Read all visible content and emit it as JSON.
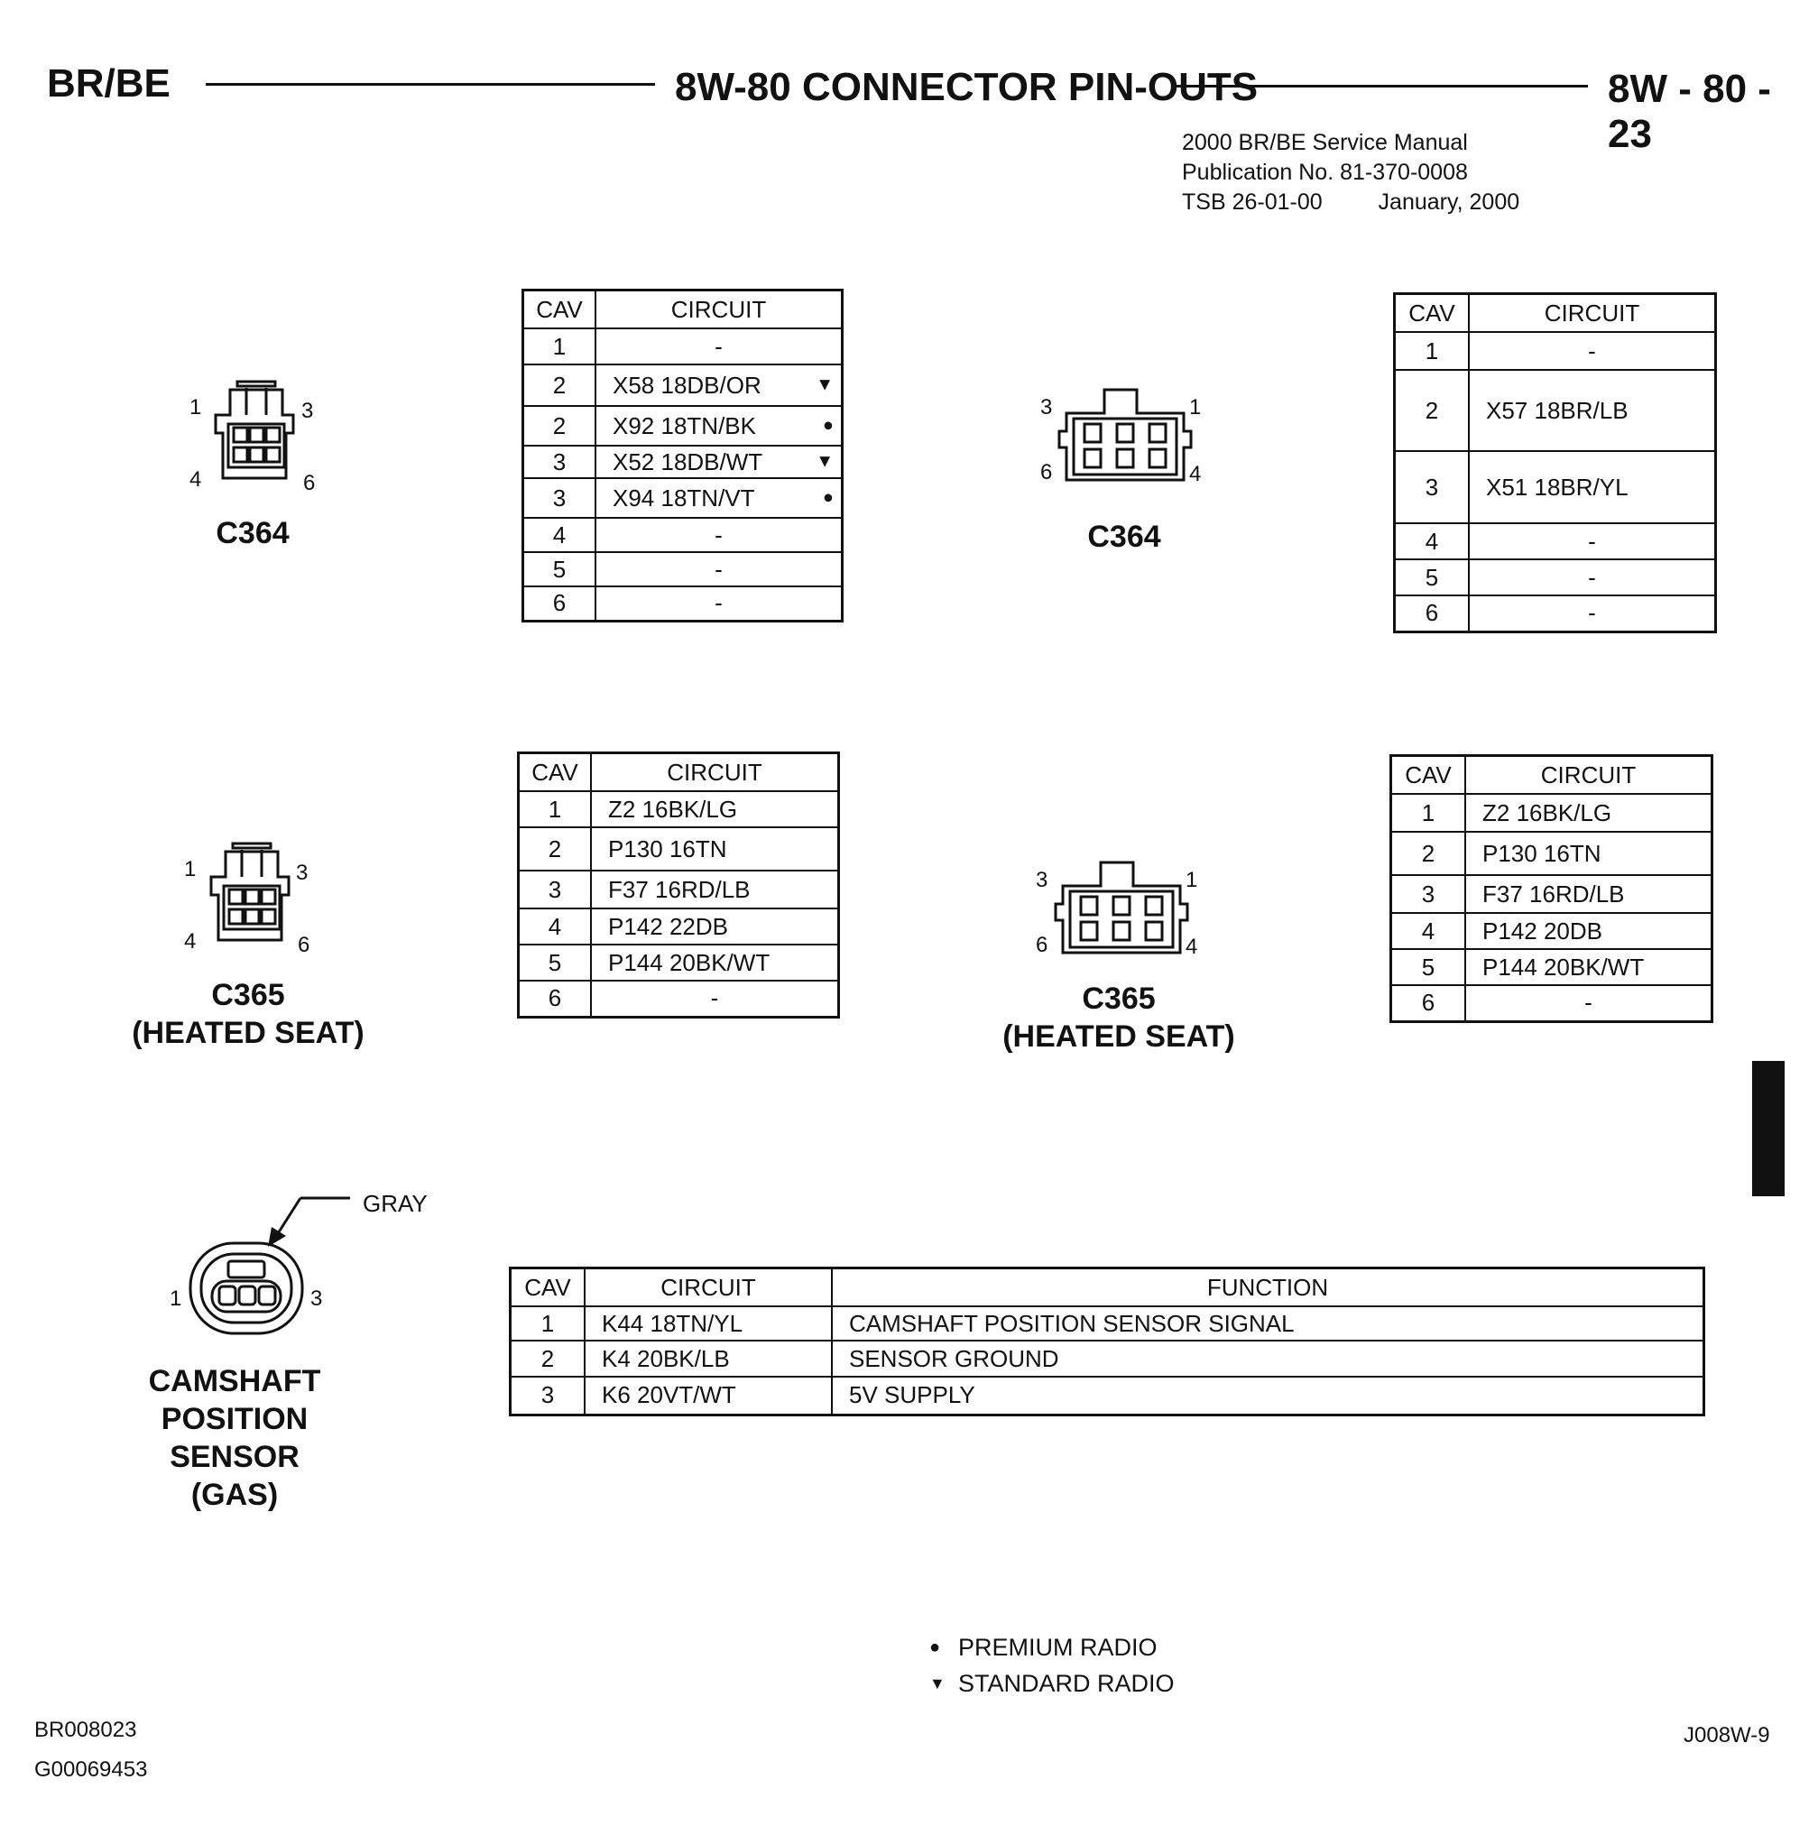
{
  "header": {
    "left": "BR/BE",
    "center": "8W-80 CONNECTOR PIN-OUTS",
    "right": "8W - 80 - 23"
  },
  "publication": {
    "line1": "2000 BR/BE Service Manual",
    "line2": "Publication No. 81-370-0008",
    "tsb": "TSB 26-01-00",
    "date": "January, 2000"
  },
  "table_headers": {
    "cav": "CAV",
    "circuit": "CIRCUIT",
    "function": "FUNCTION"
  },
  "c364_left": {
    "label": "C364",
    "pins": [
      "1",
      "3",
      "4",
      "6"
    ],
    "rows": [
      {
        "cav": "1",
        "circuit": "-",
        "mark": ""
      },
      {
        "cav": "2",
        "circuit": "X58 18DB/OR",
        "mark": "▼"
      },
      {
        "cav": "2",
        "circuit": "X92 18TN/BK",
        "mark": "●"
      },
      {
        "cav": "3",
        "circuit": "X52 18DB/WT",
        "mark": "▼"
      },
      {
        "cav": "3",
        "circuit": "X94 18TN/VT",
        "mark": "●"
      },
      {
        "cav": "4",
        "circuit": "-",
        "mark": ""
      },
      {
        "cav": "5",
        "circuit": "-",
        "mark": ""
      },
      {
        "cav": "6",
        "circuit": "-",
        "mark": ""
      }
    ]
  },
  "c364_right": {
    "label": "C364",
    "pins": [
      "3",
      "1",
      "6",
      "4"
    ],
    "rows": [
      {
        "cav": "1",
        "circuit": "-"
      },
      {
        "cav": "2",
        "circuit": "X57 18BR/LB"
      },
      {
        "cav": "3",
        "circuit": "X51 18BR/YL"
      },
      {
        "cav": "4",
        "circuit": "-"
      },
      {
        "cav": "5",
        "circuit": "-"
      },
      {
        "cav": "6",
        "circuit": "-"
      }
    ]
  },
  "c365_left": {
    "label": "C365",
    "sublabel": "(HEATED SEAT)",
    "pins": [
      "1",
      "3",
      "4",
      "6"
    ],
    "rows": [
      {
        "cav": "1",
        "circuit": "Z2 16BK/LG"
      },
      {
        "cav": "2",
        "circuit": "P130 16TN"
      },
      {
        "cav": "3",
        "circuit": "F37 16RD/LB"
      },
      {
        "cav": "4",
        "circuit": "P142 22DB"
      },
      {
        "cav": "5",
        "circuit": "P144 20BK/WT"
      },
      {
        "cav": "6",
        "circuit": "-"
      }
    ]
  },
  "c365_right": {
    "label": "C365",
    "sublabel": "(HEATED SEAT)",
    "pins": [
      "3",
      "1",
      "6",
      "4"
    ],
    "rows": [
      {
        "cav": "1",
        "circuit": "Z2 16BK/LG"
      },
      {
        "cav": "2",
        "circuit": "P130 16TN"
      },
      {
        "cav": "3",
        "circuit": "F37 16RD/LB"
      },
      {
        "cav": "4",
        "circuit": "P142 20DB"
      },
      {
        "cav": "5",
        "circuit": "P144 20BK/WT"
      },
      {
        "cav": "6",
        "circuit": "-"
      }
    ]
  },
  "camshaft": {
    "label_lines": [
      "CAMSHAFT",
      "POSITION",
      "SENSOR",
      "(GAS)"
    ],
    "color_callout": "GRAY",
    "pins": [
      "1",
      "3"
    ],
    "rows": [
      {
        "cav": "1",
        "circuit": "K44 18TN/YL",
        "function": "CAMSHAFT POSITION SENSOR SIGNAL"
      },
      {
        "cav": "2",
        "circuit": "K4 20BK/LB",
        "function": "SENSOR GROUND"
      },
      {
        "cav": "3",
        "circuit": "K6 20VT/WT",
        "function": "5V SUPPLY"
      }
    ]
  },
  "legend": [
    {
      "symbol": "●",
      "text": "PREMIUM RADIO"
    },
    {
      "symbol": "▼",
      "text": "STANDARD RADIO"
    }
  ],
  "footer": {
    "code1": "BR008023",
    "code2": "G00069453",
    "ref": "J008W-9"
  }
}
